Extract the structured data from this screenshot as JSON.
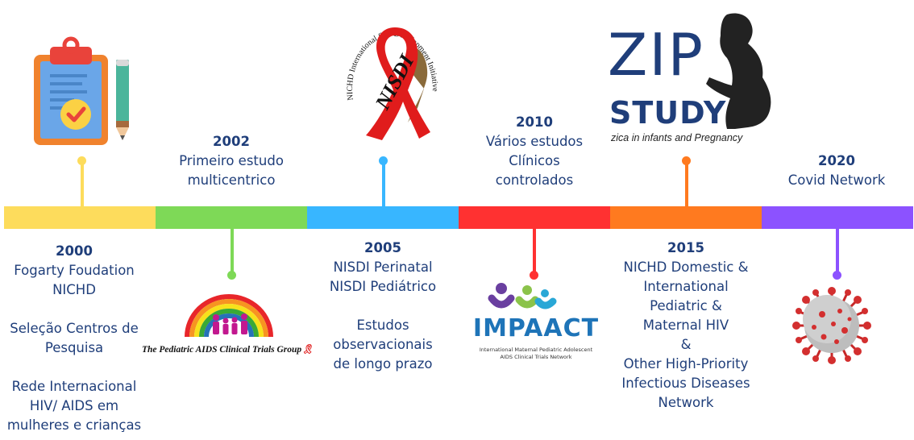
{
  "colors": {
    "yellow": "#fddc5c",
    "green": "#7ed957",
    "blue": "#38b6ff",
    "red": "#ff3131",
    "orange": "#ff7a1f",
    "purple": "#8c52ff",
    "text": "#1f3e7a"
  },
  "events": {
    "e2000": {
      "year": "2000",
      "lines": [
        "Fogarty Foudation",
        "NICHD",
        "",
        "Seleção Centros de",
        "Pesquisa",
        "",
        "Rede Internacional",
        "HIV/ AIDS em",
        "mulheres e crianças"
      ]
    },
    "e2002": {
      "year": "2002",
      "lines": [
        "Primeiro estudo",
        "multicentrico"
      ]
    },
    "e2005": {
      "year": "2005",
      "lines": [
        "NISDI Perinatal",
        "NISDI Pediátrico",
        "",
        "Estudos",
        "observacionais",
        "de longo prazo"
      ]
    },
    "e2010": {
      "year": "2010",
      "lines": [
        "Vários estudos",
        "Clínicos",
        "controlados"
      ]
    },
    "e2015": {
      "year": "2015",
      "lines": [
        "NICHD Domestic &",
        "International",
        "Pediatric &",
        "Maternal HIV",
        "&",
        "Other High-Priority",
        "Infectious Diseases",
        "Network"
      ]
    },
    "e2020": {
      "year": "2020",
      "lines": [
        "Covid Network"
      ]
    }
  },
  "logos": {
    "nisdi_arc": "NICHD International Site Development Initiative",
    "nisdi_word": "NISDI",
    "pactg": "The Pediatric AIDS Clinical Trials Group",
    "impaact_word": "IMPAACT",
    "impaact_sub1": "International Maternal Pediatric Adolescent",
    "impaact_sub2": "AIDS Clinical Trials Network",
    "zip_word": "ZIP",
    "study_word": "STUDY",
    "zip_tagline": "zica in infants and Pregnancy"
  },
  "icons": [
    "clipboard-icon",
    "nisdi-ribbon-logo",
    "rainbow-family-logo",
    "impaact-logo",
    "zip-study-logo",
    "coronavirus-icon"
  ]
}
